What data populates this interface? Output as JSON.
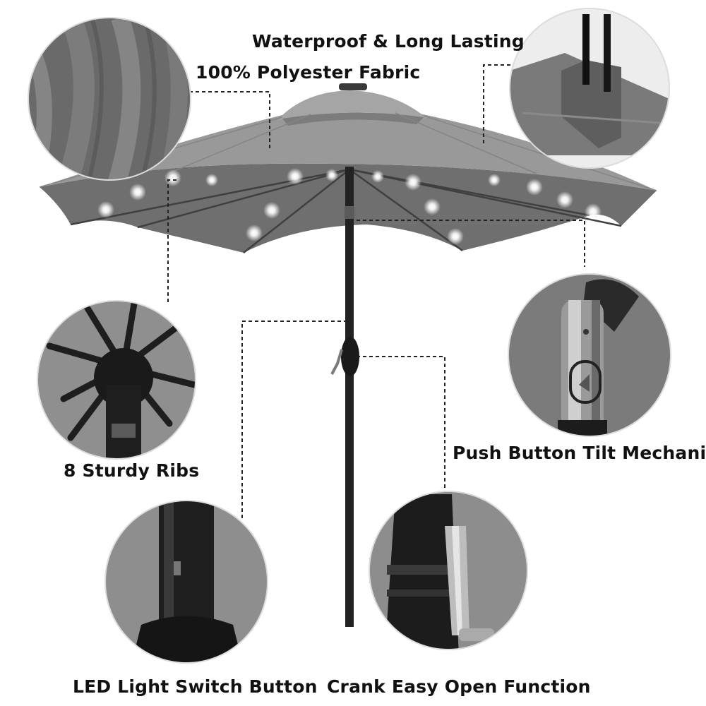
{
  "labels": {
    "waterproof": "Waterproof & Long Lasting",
    "polyester": "100% Polyester Fabric",
    "tilt": "Push Button Tilt Mechani",
    "ribs": "8 Sturdy Ribs",
    "led_switch": "LED Light Switch Button",
    "crank": "Crank Easy Open Function"
  },
  "colors": {
    "canopy": "#8d8d8d",
    "canopy_under": "#6f6f6f",
    "pole": "#222222",
    "background": "#ffffff",
    "text": "#111111"
  },
  "led_lights_visible": 16
}
